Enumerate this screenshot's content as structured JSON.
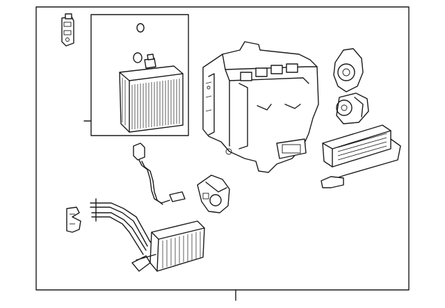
{
  "diagram": {
    "labels": []
  },
  "parts": [
    "expansion-valve",
    "evaporator-assembly",
    "o-ring-small",
    "o-ring-large",
    "heater-case",
    "blower-motor",
    "servo-motor",
    "temperature-sensor",
    "heater-core",
    "heater-pipes",
    "pipe-clamp",
    "ptc-heater"
  ]
}
